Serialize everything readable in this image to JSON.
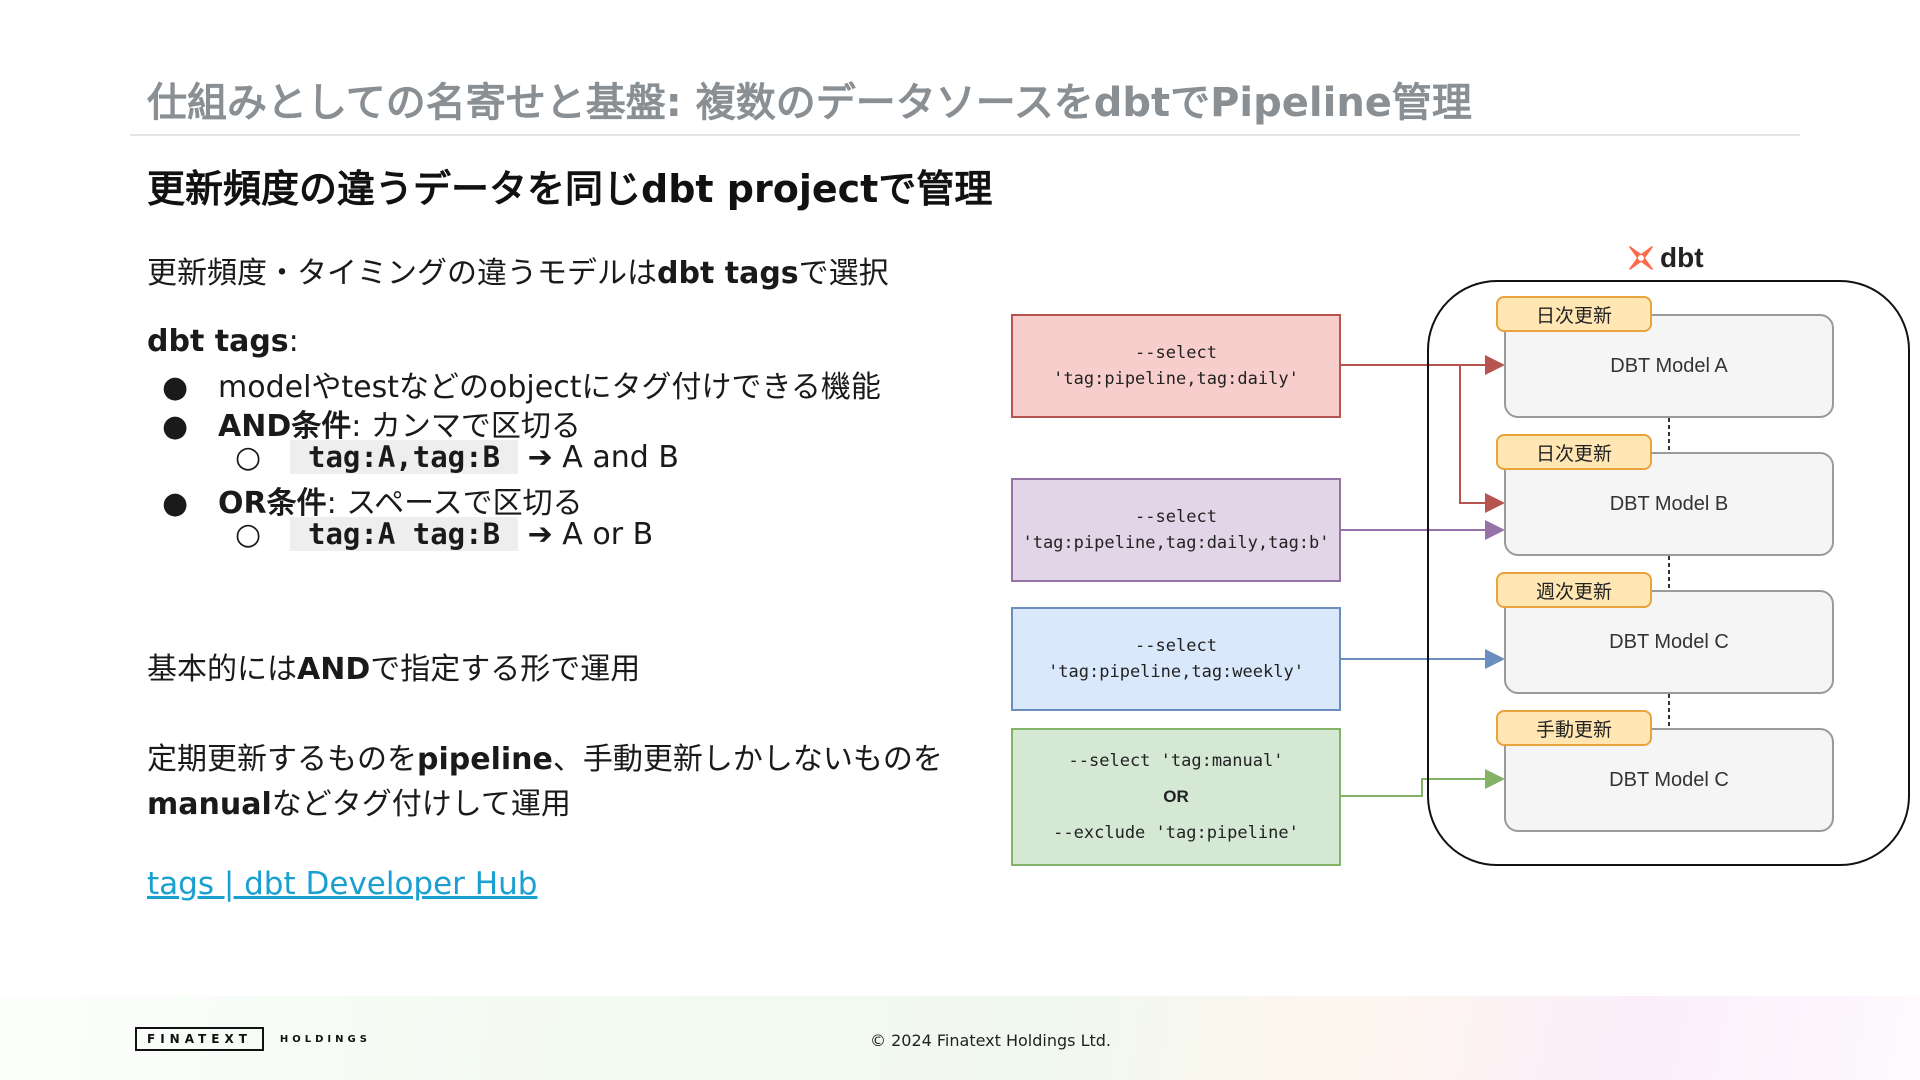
{
  "slide": {
    "title": "仕組みとしての名寄せと基盤: 複数のデータソースをdbtでPipeline管理",
    "subtitle": "更新頻度の違うデータを同じdbt projectで管理"
  },
  "body": {
    "intro_prefix": "更新頻度・タイミングの違うモデルは",
    "intro_bold": "dbt tags",
    "intro_suffix": "で選択",
    "tags_heading_bold": "dbt tags",
    "tags_heading_colon": ":",
    "bullet_marker": "●",
    "sub_marker": "○",
    "bullet1": "modelやtestなどのobjectにタグ付けできる機能",
    "bullet2_bold": "AND条件",
    "bullet2_rest": ": カンマで区切る",
    "sub1_code": "tag:A,tag:B",
    "sub1_rest": "➔ A and B",
    "bullet3_bold": "OR条件",
    "bullet3_rest": ": スペースで区切る",
    "sub2_code": "tag:A tag:B",
    "sub2_rest": "➔ A or B",
    "basic_prefix": "基本的には",
    "basic_bold": "AND",
    "basic_suffix": "で指定する形で運用",
    "regular_prefix": "定期更新するものを",
    "regular_bold": "pipeline",
    "regular_suffix": "、手動更新しかしないものを",
    "manual_bold": "manual",
    "manual_suffix": "などタグ付けして運用",
    "link_text": "tags | dbt Developer Hub"
  },
  "diagram": {
    "logo_text": "dbt",
    "selectors": [
      {
        "line1": "--select",
        "line2": "'tag:pipeline,tag:daily'",
        "fill": "#f8cecc",
        "stroke": "#b85450"
      },
      {
        "line1": "--select",
        "line2": "'tag:pipeline,tag:daily,tag:b'",
        "fill": "#e1d5e7",
        "stroke": "#9673a6"
      },
      {
        "line1": "--select",
        "line2": "'tag:pipeline,tag:weekly'",
        "fill": "#dae8fc",
        "stroke": "#6c8ebf"
      },
      {
        "line1": "--select 'tag:manual'",
        "or": "OR",
        "line2": "--exclude 'tag:pipeline'",
        "fill": "#d5e8d4",
        "stroke": "#82b366"
      }
    ],
    "models": [
      {
        "freq": "日次更新",
        "label": "DBT Model A"
      },
      {
        "freq": "日次更新",
        "label": "DBT Model B"
      },
      {
        "freq": "週次更新",
        "label": "DBT Model C"
      },
      {
        "freq": "手動更新",
        "label": "DBT Model C"
      }
    ],
    "logo_color": "#ff694b"
  },
  "footer": {
    "logo_main": "FINATEXT",
    "logo_sub": "HOLDINGS",
    "copyright": "© 2024 Finatext Holdings Ltd."
  }
}
